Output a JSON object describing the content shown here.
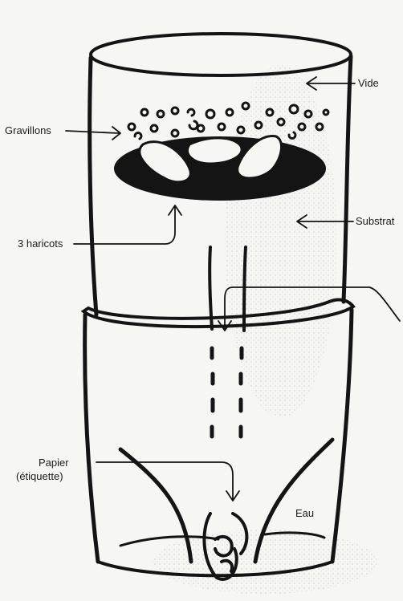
{
  "labels": {
    "gravillons": "Gravillons",
    "vide": "Vide",
    "substrat": "Substrat",
    "haricots": "3 haricots",
    "papier_line1": "Papier",
    "papier_line2": "(étiquette)",
    "eau": "Eau"
  },
  "colors": {
    "ink": "#141414",
    "paper": "#f6f6f3",
    "shade": "#c9c9c4"
  }
}
